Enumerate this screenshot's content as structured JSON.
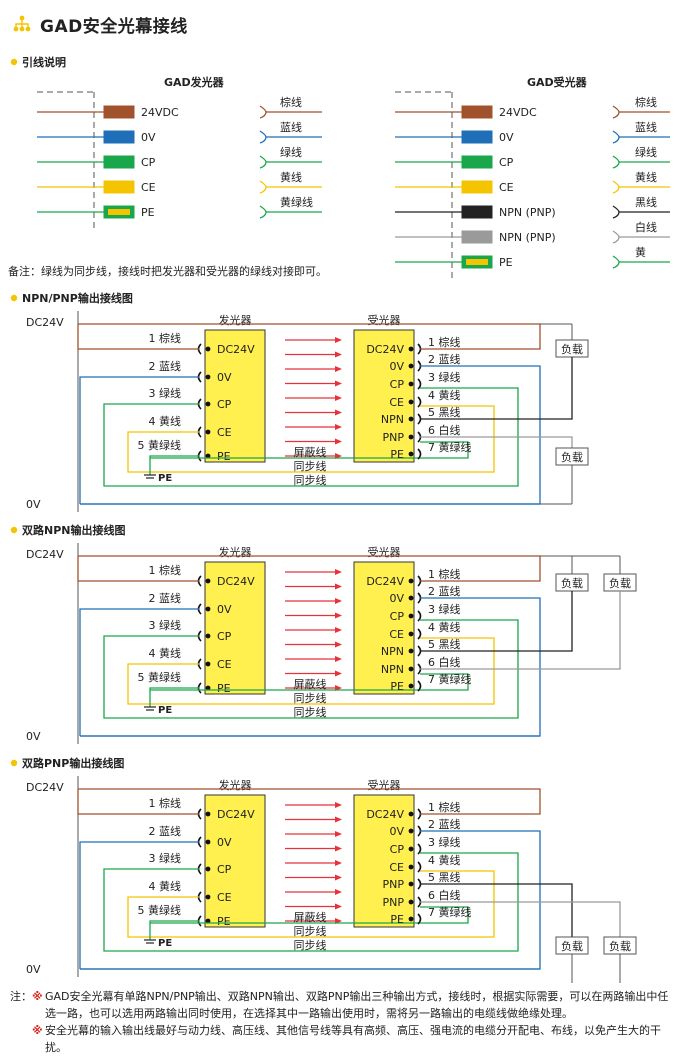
{
  "title": "GAD安全光幕接线",
  "sections": {
    "lead_desc": "引线说明",
    "npn_pnp": "NPN/PNP输出接线图",
    "dual_npn": "双路NPN输出接线图",
    "dual_pnp": "双路PNP输出接线图"
  },
  "lead": {
    "emitter_title": "GAD发光器",
    "receiver_title": "GAD受光器",
    "emitter_rows": [
      {
        "signal": "24VDC",
        "color": "棕线",
        "hex": "#a0522d"
      },
      {
        "signal": "0V",
        "color": "蓝线",
        "hex": "#1f6fb8"
      },
      {
        "signal": "CP",
        "color": "绿线",
        "hex": "#1aa64a"
      },
      {
        "signal": "CE",
        "color": "黄线",
        "hex": "#f5c400"
      },
      {
        "signal": "PE",
        "color": "黄绿线",
        "hex": "#1aa64a"
      }
    ],
    "receiver_rows": [
      {
        "signal": "24VDC",
        "color": "棕线",
        "hex": "#a0522d"
      },
      {
        "signal": "0V",
        "color": "蓝线",
        "hex": "#1f6fb8"
      },
      {
        "signal": "CP",
        "color": "绿线",
        "hex": "#1aa64a"
      },
      {
        "signal": "CE",
        "color": "黄线",
        "hex": "#f5c400"
      },
      {
        "signal": "NPN  (PNP)",
        "color": "黑线",
        "hex": "#222222"
      },
      {
        "signal": "NPN  (PNP)",
        "color": "白线",
        "hex": "#9a9a9a"
      },
      {
        "signal": "PE",
        "color": "黄",
        "hex": "#1aa64a"
      }
    ],
    "note": "备注：绿线为同步线，接线时把发光器和受光器的绿线对接即可。"
  },
  "diagram_labels": {
    "dc24v": "DC24V",
    "zero_v": "0V",
    "emitter": "发光器",
    "receiver": "受光器",
    "shield": "屏蔽线",
    "sync": "同步线",
    "pe": "PE",
    "load": "负载"
  },
  "emitter_wires": [
    "1 棕线",
    "2 蓝线",
    "3 绿线",
    "4 黄线",
    "5 黄绿线"
  ],
  "emitter_terms": [
    "DC24V",
    "0V",
    "CP",
    "CE",
    "PE"
  ],
  "receiver_wires": [
    "1 棕线",
    "2 蓝线",
    "3 绿线",
    "4 黄线",
    "5 黑线",
    "6 白线",
    "7 黄绿线"
  ],
  "receiver_terms_npn_pnp": [
    "DC24V",
    "0V",
    "CP",
    "CE",
    "NPN",
    "PNP",
    "PE"
  ],
  "receiver_terms_dual_npn": [
    "DC24V",
    "0V",
    "CP",
    "CE",
    "NPN",
    "NPN",
    "PE"
  ],
  "receiver_terms_dual_pnp": [
    "DC24V",
    "0V",
    "CP",
    "CE",
    "PNP",
    "PNP",
    "PE"
  ],
  "colors": {
    "brown": "#a0522d",
    "blue": "#1f6fb8",
    "green": "#1aa64a",
    "yellow": "#f5c400",
    "black": "#222222",
    "gray": "#9a9a9a",
    "arrow": "#e8323a",
    "box_fill": "#fff04f",
    "bullet": "#f5c400",
    "note_mark": "#d6251c"
  },
  "notes": {
    "label": "注：",
    "mark": "※",
    "items": [
      "GAD安全光幕有单路NPN/PNP输出、双路NPN输出、双路PNP输出三种输出方式，接线时，根据实际需要，可以在两路输出中任选一路，也可以选用两路输出同时使用，在选择其中一路输出使用时，需将另一路输出的电缆线做绝缘处理。",
      "安全光幕的输入输出线最好与动力线、高压线、其他信号线等具有高频、高压、强电流的电缆分开配电、布线，以免产生大的干扰。"
    ]
  }
}
